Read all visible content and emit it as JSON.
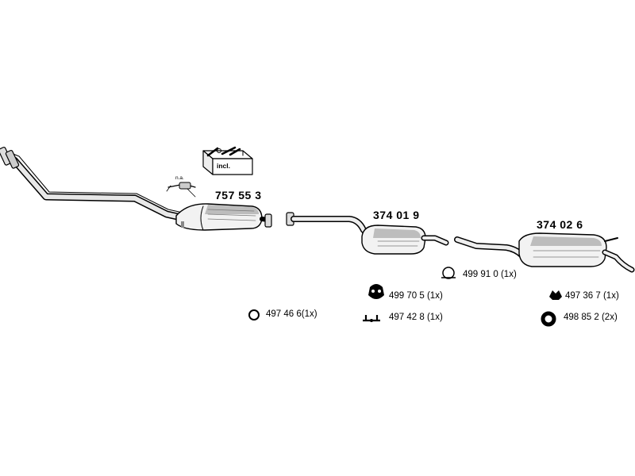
{
  "parts": [
    {
      "id": "front_pipe_catalyst",
      "number": "757 55 3"
    },
    {
      "id": "center_silencer",
      "number": "374 01 9"
    },
    {
      "id": "rear_silencer",
      "number": "374 02 6"
    }
  ],
  "callouts": {
    "not_available": "n.a.",
    "included": "incl."
  },
  "accessories": [
    {
      "id": "ring_small",
      "number": "497 46 6",
      "qty": "(1x)",
      "icon": "ring-icon"
    },
    {
      "id": "rubber_hanger",
      "number": "499 70 5",
      "qty": "(1x)",
      "icon": "rubber-hanger-icon"
    },
    {
      "id": "bracket",
      "number": "497 42 8",
      "qty": "(1x)",
      "icon": "bracket-icon"
    },
    {
      "id": "clamp",
      "number": "499 91 0",
      "qty": "(1x)",
      "icon": "clamp-icon"
    },
    {
      "id": "mount",
      "number": "497 36 7",
      "qty": "(1x)",
      "icon": "mount-icon"
    },
    {
      "id": "rubber_ring",
      "number": "498 85 2",
      "qty": "(2x)",
      "icon": "rubber-ring-icon"
    }
  ]
}
